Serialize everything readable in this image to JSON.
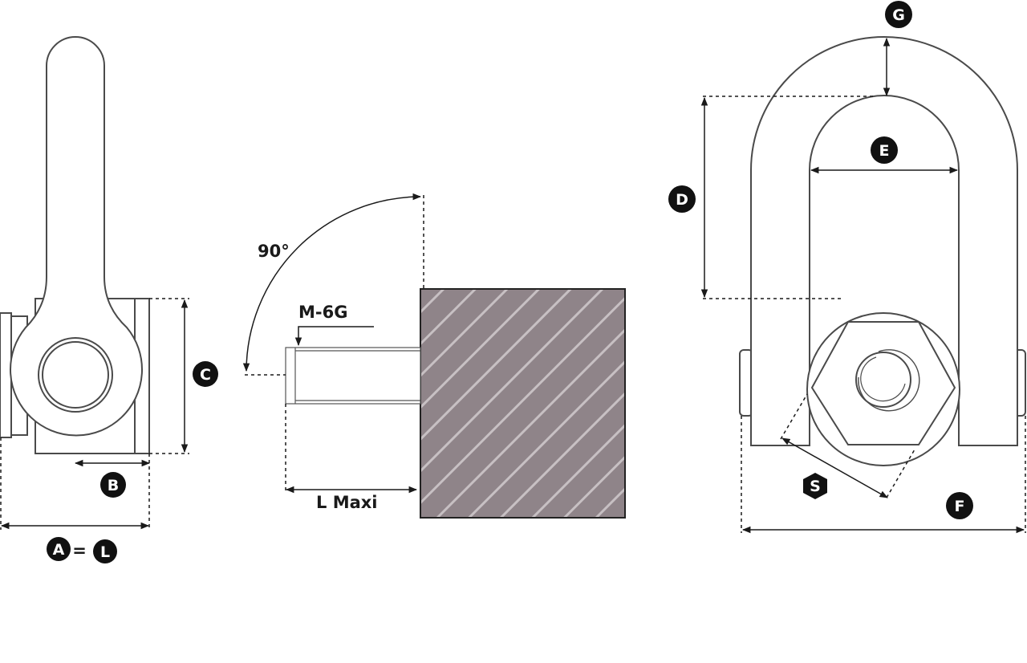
{
  "colors": {
    "line": "#4a4a4a",
    "dim": "#1a1a1a",
    "badge": "#111111",
    "badge_text": "#ffffff",
    "block_fill": "#8f8489",
    "hatch": "#c7c0c3"
  },
  "labels": {
    "angle": "90°",
    "thread": "M-6G",
    "length": "L Maxi",
    "equals": "="
  },
  "badges": {
    "A": "A",
    "L": "L",
    "B": "B",
    "C": "C",
    "D": "D",
    "E": "E",
    "F": "F",
    "G": "G",
    "S": "S"
  }
}
